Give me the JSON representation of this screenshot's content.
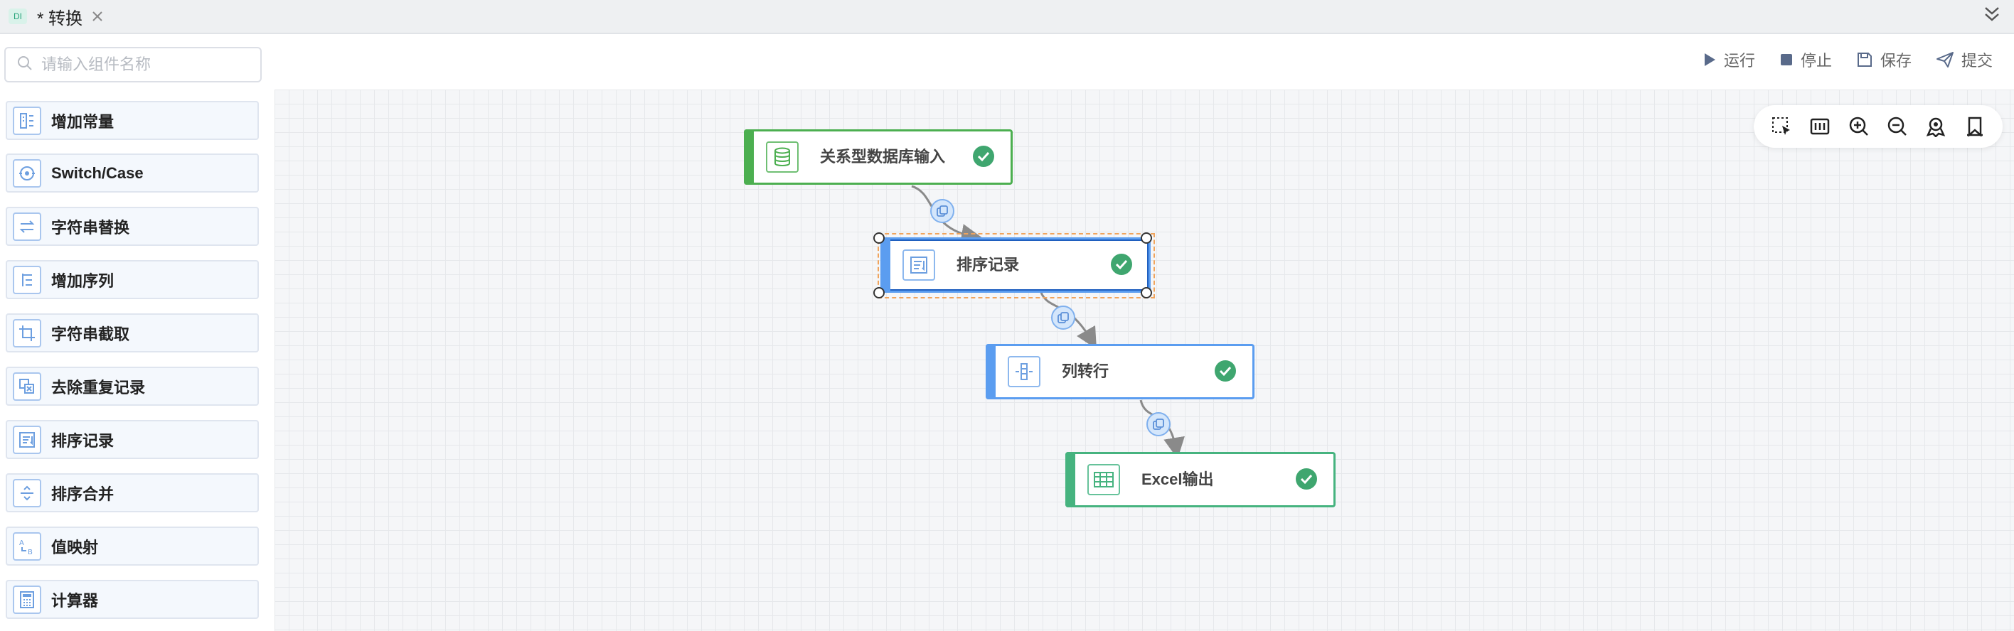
{
  "tab": {
    "badge": "DI",
    "title": "* 转换"
  },
  "search": {
    "placeholder": "请输入组件名称",
    "value": ""
  },
  "toolbar": {
    "run": "运行",
    "stop": "停止",
    "save": "保存",
    "submit": "提交"
  },
  "sidebar": {
    "items": [
      {
        "label": "增加常量",
        "icon": "add-constant-icon"
      },
      {
        "label": "Switch/Case",
        "icon": "switch-case-icon"
      },
      {
        "label": "字符串替换",
        "icon": "string-replace-icon"
      },
      {
        "label": "增加序列",
        "icon": "add-sequence-icon"
      },
      {
        "label": "字符串截取",
        "icon": "string-cut-icon"
      },
      {
        "label": "去除重复记录",
        "icon": "dedupe-icon"
      },
      {
        "label": "排序记录",
        "icon": "sort-records-icon"
      },
      {
        "label": "排序合并",
        "icon": "sort-merge-icon"
      },
      {
        "label": "值映射",
        "icon": "value-mapping-icon"
      },
      {
        "label": "计算器",
        "icon": "calculator-icon"
      }
    ]
  },
  "canvas": {
    "nodes": [
      {
        "label": "关系型数据库输入",
        "icon": "database-icon",
        "status": "success"
      },
      {
        "label": "排序记录",
        "icon": "sort-records-icon",
        "status": "success",
        "selected": true
      },
      {
        "label": "列转行",
        "icon": "columns-to-rows-icon",
        "status": "success"
      },
      {
        "label": "Excel输出",
        "icon": "table-icon",
        "status": "success"
      }
    ],
    "tools": [
      "box-select-icon",
      "fit-view-icon",
      "zoom-in-icon",
      "zoom-out-icon",
      "locate-icon",
      "bookmark-icon"
    ]
  },
  "colors": {
    "green": "#4caf50",
    "blue": "#5b9df0",
    "teal": "#46b37f",
    "check": "#3fa66f"
  }
}
